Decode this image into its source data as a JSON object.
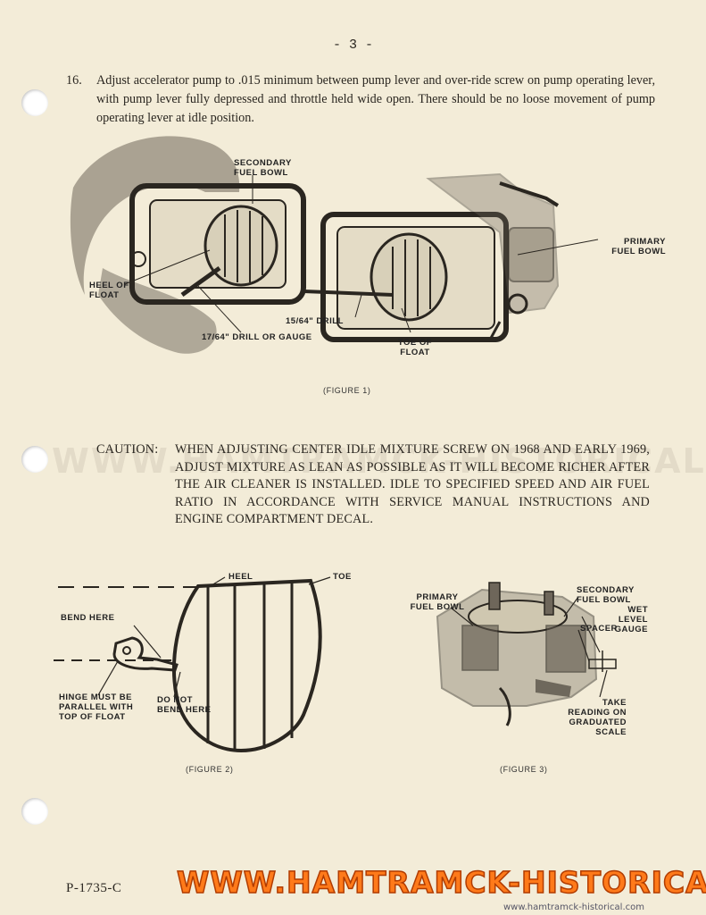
{
  "header": {
    "page_number": "- 3 -"
  },
  "step": {
    "number": "16.",
    "text": "Adjust accelerator pump to .015 minimum between pump lever and over-ride screw on pump operating lever, with pump lever fully depressed and throttle held wide open. There should be no loose movement of pump operating lever at idle position."
  },
  "figure1": {
    "secondary_fuel_bowl": "SECONDARY FUEL BOWL",
    "primary_fuel_bowl": "PRIMARY FUEL BOWL",
    "heel_of_float": "HEEL OF FLOAT",
    "drill_15_64": "15/64\" DRILL",
    "drill_17_64": "17/64\" DRILL OR GAUGE",
    "toe_of_float": "TOE OF FLOAT",
    "caption": "(FIGURE 1)"
  },
  "caution": {
    "label": "CAUTION:",
    "text": "WHEN ADJUSTING CENTER IDLE MIXTURE SCREW ON 1968 AND EARLY 1969, ADJUST MIXTURE AS LEAN AS POSSIBLE AS IT WILL BECOME RICHER AFTER THE AIR CLEANER IS INSTALLED. IDLE TO SPECIFIED SPEED AND AIR FUEL RATIO IN ACCORDANCE WITH SERVICE MANUAL INSTRUCTIONS AND ENGINE COMPARTMENT DECAL."
  },
  "figure2": {
    "heel": "HEEL",
    "toe": "TOE",
    "bend_here": "BEND HERE",
    "hinge_must": "HINGE MUST BE PARALLEL WITH TOP OF FLOAT",
    "do_not_bend": "DO NOT BEND HERE",
    "caption": "(FIGURE 2)"
  },
  "figure3": {
    "primary_fuel_bowl": "PRIMARY FUEL BOWL",
    "secondary_fuel_bowl": "SECONDARY FUEL BOWL",
    "wet_level_gauge": "WET LEVEL GAUGE",
    "spacer": "SPACER",
    "take_reading": "TAKE READING ON GRADUATED SCALE",
    "caption": "(FIGURE 3)"
  },
  "footer": {
    "part_number": "P-1735-C",
    "watermark": "WWW.HAMTRAMCK-HISTORICAL.COM",
    "site_banner": "WWW.HAMTRAMCK-HISTORICAL.COM",
    "site_small": "www.hamtramck-historical.com"
  },
  "colors": {
    "paper": "#f3ecd8",
    "ink": "#2a2620",
    "banner": "#ff7a1a"
  }
}
